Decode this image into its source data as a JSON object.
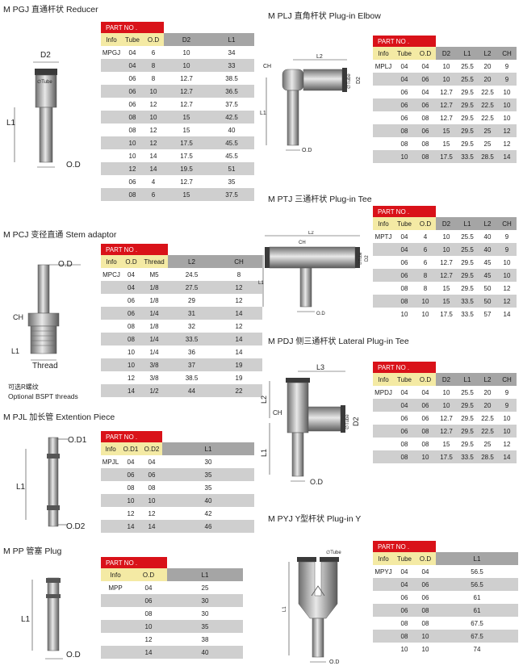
{
  "part_no_label": "PART NO .",
  "sections": {
    "mpgj": {
      "title": "M PGJ",
      "title_cn": "直通杆状",
      "title_en": "Reducer",
      "drawing_labels": {
        "d2": "D2",
        "tube": "∅Tube",
        "l1": "L1",
        "od": "O.D"
      },
      "headers": [
        "Info",
        "Tube",
        "O.D",
        "D2",
        "L1"
      ],
      "rows": [
        [
          "MPGJ",
          "04",
          "6",
          "10",
          "34"
        ],
        [
          "",
          "04",
          "8",
          "10",
          "33"
        ],
        [
          "",
          "06",
          "8",
          "12.7",
          "38.5"
        ],
        [
          "",
          "06",
          "10",
          "12.7",
          "36.5"
        ],
        [
          "",
          "06",
          "12",
          "12.7",
          "37.5"
        ],
        [
          "",
          "08",
          "10",
          "15",
          "42.5"
        ],
        [
          "",
          "08",
          "12",
          "15",
          "40"
        ],
        [
          "",
          "10",
          "12",
          "17.5",
          "45.5"
        ],
        [
          "",
          "10",
          "14",
          "17.5",
          "45.5"
        ],
        [
          "",
          "12",
          "14",
          "19.5",
          "51"
        ],
        [
          "",
          "06",
          "4",
          "12.7",
          "35"
        ],
        [
          "",
          "08",
          "6",
          "15",
          "37.5"
        ]
      ]
    },
    "mpcj": {
      "title": "M PCJ",
      "title_cn": "变径直通",
      "title_en": "Stem adaptor",
      "drawing_labels": {
        "od": "O.D",
        "ch": "CH",
        "l1": "L1",
        "thread": "Thread"
      },
      "note_cn": "可选R螺纹",
      "note_en": "Optional BSPT threads",
      "headers": [
        "Info",
        "O.D",
        "Thread",
        "L2",
        "CH"
      ],
      "rows": [
        [
          "MPCJ",
          "04",
          "M5",
          "24.5",
          "8"
        ],
        [
          "",
          "04",
          "1/8",
          "27.5",
          "12"
        ],
        [
          "",
          "06",
          "1/8",
          "29",
          "12"
        ],
        [
          "",
          "06",
          "1/4",
          "31",
          "14"
        ],
        [
          "",
          "08",
          "1/8",
          "32",
          "12"
        ],
        [
          "",
          "08",
          "1/4",
          "33.5",
          "14"
        ],
        [
          "",
          "10",
          "1/4",
          "36",
          "14"
        ],
        [
          "",
          "10",
          "3/8",
          "37",
          "19"
        ],
        [
          "",
          "12",
          "3/8",
          "38.5",
          "19"
        ],
        [
          "",
          "14",
          "1/2",
          "44",
          "22"
        ]
      ]
    },
    "mpjl": {
      "title": "M PJL",
      "title_cn": "加长管",
      "title_en": "Extention Piece",
      "drawing_labels": {
        "od1": "O.D1",
        "l1": "L1",
        "od2": "O.D2"
      },
      "headers": [
        "Info",
        "O.D1",
        "O.D2",
        "L1"
      ],
      "rows": [
        [
          "MPJL",
          "04",
          "04",
          "30"
        ],
        [
          "",
          "06",
          "06",
          "35"
        ],
        [
          "",
          "08",
          "08",
          "35"
        ],
        [
          "",
          "10",
          "10",
          "40"
        ],
        [
          "",
          "12",
          "12",
          "42"
        ],
        [
          "",
          "14",
          "14",
          "46"
        ]
      ]
    },
    "mpp": {
      "title": "M PP",
      "title_cn": "管塞",
      "title_en": "Plug",
      "drawing_labels": {
        "l1": "L1",
        "od": "O.D"
      },
      "headers": [
        "Info",
        "O.D",
        "L1"
      ],
      "rows": [
        [
          "MPP",
          "04",
          "25"
        ],
        [
          "",
          "06",
          "30"
        ],
        [
          "",
          "08",
          "30"
        ],
        [
          "",
          "10",
          "35"
        ],
        [
          "",
          "12",
          "38"
        ],
        [
          "",
          "14",
          "40"
        ]
      ]
    },
    "mplj": {
      "title": "M PLJ",
      "title_cn": "直角杆状",
      "title_en": "Plug-in Elbow",
      "drawing_labels": {
        "l2": "L2",
        "ch": "CH",
        "tube": "∅Tube",
        "d2": "D2",
        "l1": "L1",
        "od": "O.D"
      },
      "headers": [
        "Info",
        "Tube",
        "O.D",
        "D2",
        "L1",
        "L2",
        "CH"
      ],
      "rows": [
        [
          "MPLJ",
          "04",
          "04",
          "10",
          "25.5",
          "20",
          "9"
        ],
        [
          "",
          "04",
          "06",
          "10",
          "25.5",
          "20",
          "9"
        ],
        [
          "",
          "06",
          "04",
          "12.7",
          "29.5",
          "22.5",
          "10"
        ],
        [
          "",
          "06",
          "06",
          "12.7",
          "29.5",
          "22.5",
          "10"
        ],
        [
          "",
          "06",
          "08",
          "12.7",
          "29.5",
          "22.5",
          "10"
        ],
        [
          "",
          "08",
          "06",
          "15",
          "29.5",
          "25",
          "12"
        ],
        [
          "",
          "08",
          "08",
          "15",
          "29.5",
          "25",
          "12"
        ],
        [
          "",
          "10",
          "08",
          "17.5",
          "33.5",
          "28.5",
          "14"
        ]
      ]
    },
    "mptj": {
      "title": "M PTJ",
      "title_cn": "三通杆状",
      "title_en": "Plug-in Tee",
      "drawing_labels": {
        "l2": "L2",
        "ch": "CH",
        "tube": "∅Tube",
        "d2": "D2",
        "l1": "L1",
        "od": "O.D"
      },
      "headers": [
        "Info",
        "Tube",
        "O.D",
        "D2",
        "L1",
        "L2",
        "CH"
      ],
      "rows": [
        [
          "MPTJ",
          "04",
          "4",
          "10",
          "25.5",
          "40",
          "9"
        ],
        [
          "",
          "04",
          "6",
          "10",
          "25.5",
          "40",
          "9"
        ],
        [
          "",
          "06",
          "6",
          "12.7",
          "29.5",
          "45",
          "10"
        ],
        [
          "",
          "06",
          "8",
          "12.7",
          "29.5",
          "45",
          "10"
        ],
        [
          "",
          "08",
          "8",
          "15",
          "29.5",
          "50",
          "12"
        ],
        [
          "",
          "08",
          "10",
          "15",
          "33.5",
          "50",
          "12"
        ],
        [
          "",
          "10",
          "10",
          "17.5",
          "33.5",
          "57",
          "14"
        ]
      ]
    },
    "mpdj": {
      "title": "M PDJ",
      "title_cn": "侧三通杆状",
      "title_en": "Lateral  Plug-in   Tee",
      "drawing_labels": {
        "l3": "L3",
        "l2": "L2",
        "ch": "CH",
        "tube": "∅Tube",
        "d2": "D2",
        "l1": "L1",
        "od": "O.D"
      },
      "headers": [
        "Info",
        "Tube",
        "O.D",
        "D2",
        "L1",
        "L2",
        "CH"
      ],
      "rows": [
        [
          "MPDJ",
          "04",
          "04",
          "10",
          "25.5",
          "20",
          "9"
        ],
        [
          "",
          "04",
          "06",
          "10",
          "29.5",
          "20",
          "9"
        ],
        [
          "",
          "06",
          "06",
          "12.7",
          "29.5",
          "22.5",
          "10"
        ],
        [
          "",
          "06",
          "08",
          "12.7",
          "29.5",
          "22.5",
          "10"
        ],
        [
          "",
          "08",
          "08",
          "15",
          "29.5",
          "25",
          "12"
        ],
        [
          "",
          "08",
          "10",
          "17.5",
          "33.5",
          "28.5",
          "14"
        ]
      ]
    },
    "mpyj": {
      "title": "M PYJ",
      "title_cn": "Y型杆状",
      "title_en": "Plug-in Y",
      "drawing_labels": {
        "tube": "∅Tube",
        "l1": "L1",
        "od": "O.D"
      },
      "headers": [
        "Info",
        "Tube",
        "O.D",
        "L1"
      ],
      "rows": [
        [
          "MPYJ",
          "04",
          "04",
          "56.5"
        ],
        [
          "",
          "04",
          "06",
          "56.5"
        ],
        [
          "",
          "06",
          "06",
          "61"
        ],
        [
          "",
          "06",
          "08",
          "61"
        ],
        [
          "",
          "08",
          "08",
          "67.5"
        ],
        [
          "",
          "08",
          "10",
          "67.5"
        ],
        [
          "",
          "10",
          "10",
          "74"
        ]
      ]
    }
  }
}
